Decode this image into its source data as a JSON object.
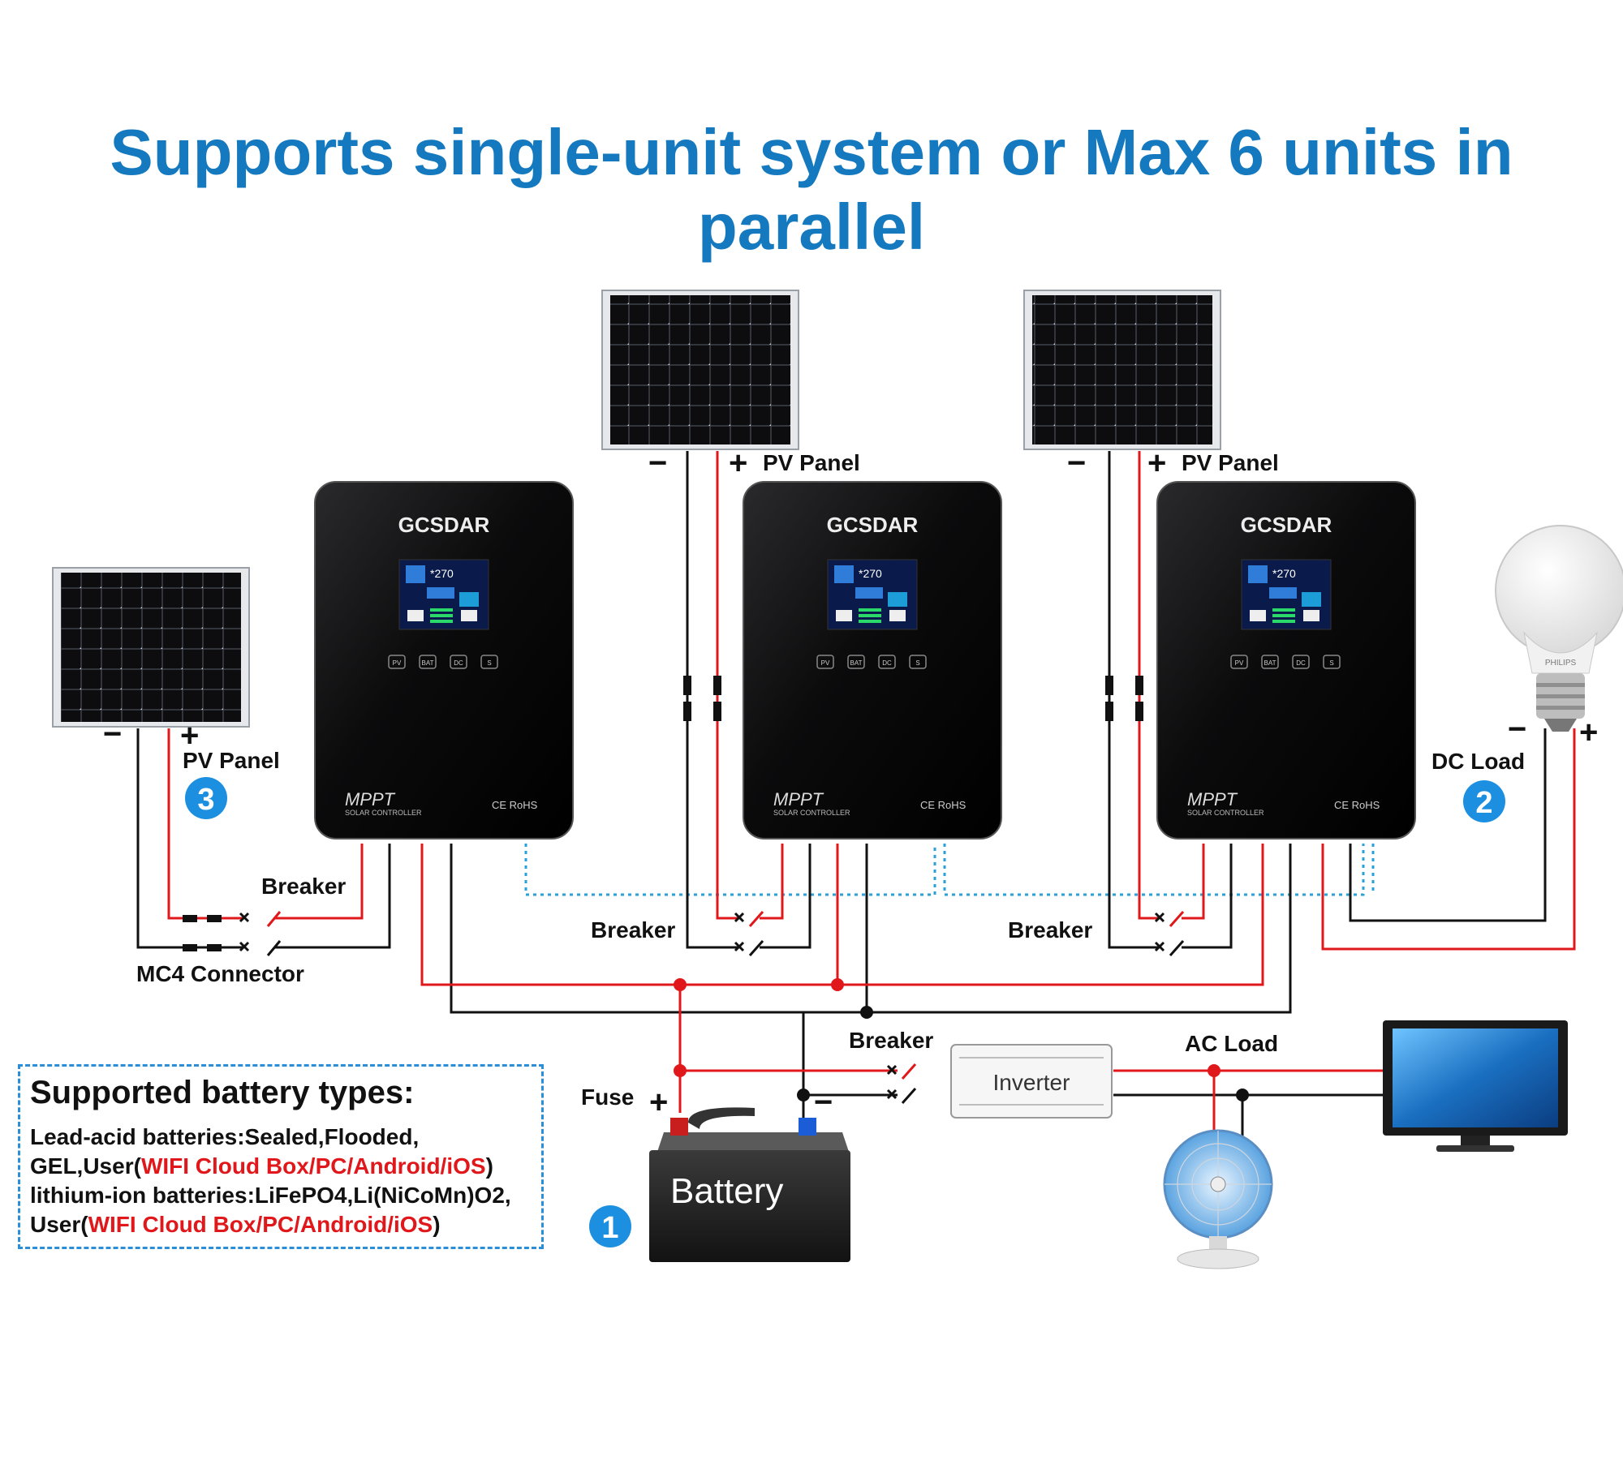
{
  "title": "Supports single-unit system or Max 6 units in parallel",
  "controllers": [
    {
      "brand": "GCSDAR",
      "model": "MPPT",
      "sub": "SOLAR CONTROLLER",
      "cert": "CE RoHS",
      "buttons": [
        "PV",
        "BAT",
        "DC",
        "S"
      ]
    },
    {
      "brand": "GCSDAR",
      "model": "MPPT",
      "sub": "SOLAR CONTROLLER",
      "cert": "CE RoHS",
      "buttons": [
        "PV",
        "BAT",
        "DC",
        "S"
      ]
    },
    {
      "brand": "GCSDAR",
      "model": "MPPT",
      "sub": "SOLAR CONTROLLER",
      "cert": "CE RoHS",
      "buttons": [
        "PV",
        "BAT",
        "DC",
        "S"
      ]
    }
  ],
  "labels": {
    "pv_panel": "PV Panel",
    "breaker": "Breaker",
    "mc4": "MC4 Connector",
    "dc_load": "DC Load",
    "ac_load": "AC Load",
    "fuse": "Fuse",
    "inverter": "Inverter",
    "battery": "Battery",
    "plus": "+",
    "minus": "−",
    "bulb_brand": "PHILIPS"
  },
  "badges": [
    "1",
    "2",
    "3"
  ],
  "battery_types": {
    "heading": "Supported battery types:",
    "line1": "Lead-acid batteries:Sealed,Flooded,",
    "line2_a": "GEL,User(",
    "app": "WIFI Cloud Box/PC/Android/iOS",
    "close": ")",
    "line3": "lithium-ion batteries:LiFePO4,Li(NiCoMn)O2,",
    "line4_a": "User("
  },
  "colors": {
    "title": "#1479bf",
    "positive": "#e0181b",
    "negative": "#111111",
    "comm": "#2aa0d8",
    "badge": "#1c8fe0"
  }
}
